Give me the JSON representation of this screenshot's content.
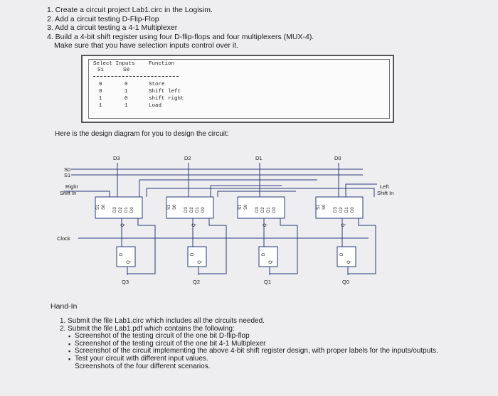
{
  "tasks": [
    "1. Create a circuit project Lab1.circ in the Logisim.",
    "2. Add a circuit testing D-Flip-Flop",
    "3. Add a circuit testing a 4-1 Multiplexer",
    "4. Build a 4-bit shift register using four D-flip-flops and four multiplexers (MUX-4).",
    "Make sure that you have selection inputs control over it."
  ],
  "table": {
    "header1": "Select Inputs",
    "header2": "Function",
    "s1": "S1",
    "s0": "S0",
    "rows": [
      {
        "s1": "0",
        "s0": "0",
        "fn": "Store"
      },
      {
        "s1": "0",
        "s0": "1",
        "fn": "Shift left"
      },
      {
        "s1": "1",
        "s0": "0",
        "fn": "shift right"
      },
      {
        "s1": "1",
        "s0": "1",
        "fn": "Load"
      }
    ]
  },
  "caption": "Here is the design diagram for you to design the circuit:",
  "diagram": {
    "inputs": [
      "D3",
      "D2",
      "D1",
      "D0"
    ],
    "outputs": [
      "Q3",
      "Q2",
      "Q1",
      "Q0"
    ],
    "s0": "S0",
    "s1": "S1",
    "right_shift_in": [
      "Right",
      "Shift In"
    ],
    "left_shift_in": [
      "Left",
      "Shift In"
    ],
    "clock": "Clock",
    "mux_labels": [
      "S1",
      "S0",
      "D3",
      "D2",
      "D1",
      "D0"
    ],
    "ff_d": "D",
    "ff_q": "Q"
  },
  "hand_in": "Hand-In",
  "submit": [
    "1. Submit the file Lab1.circ which includes all the circuits needed.",
    "2. Submit the file Lab1.pdf which contains the following:"
  ],
  "bullets": [
    "Screenshot of the testing circuit of the one bit D-flip-flop",
    "Screenshot of the testing circuit of the one bit 4-1 Multiplexer",
    "Screenshot of the circuit implementing the above 4-bit shift register design, with proper labels for the inputs/outputs.",
    "Test your circuit with different input values.",
    "Screenshots of the four different scenarios."
  ],
  "colors": {
    "wire": "#2a3a7a",
    "mux_fill": "#ffffff",
    "ff_fill": "#ffffff"
  }
}
